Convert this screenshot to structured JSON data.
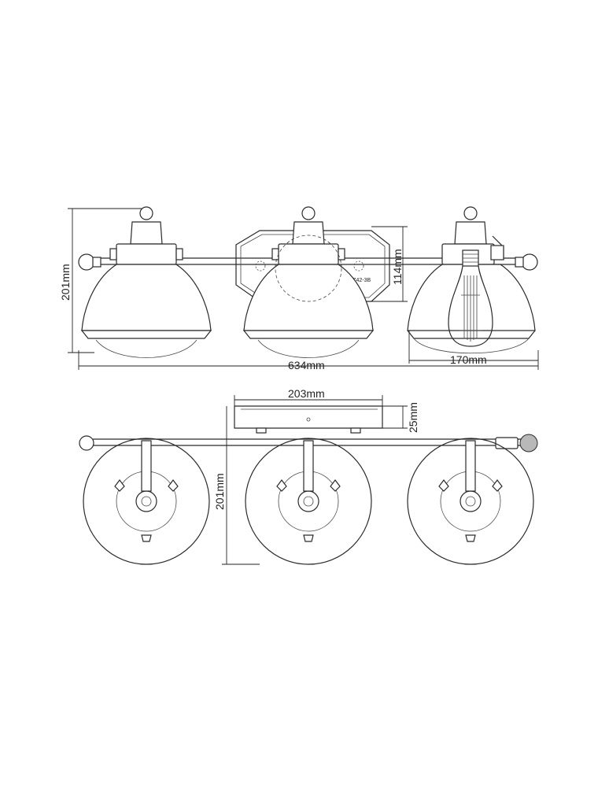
{
  "dimensions": {
    "overall_width": "634mm",
    "depth": "170mm",
    "height_front": "201mm",
    "backplate_height": "114mm",
    "backplate_width": "203mm",
    "backplate_depth": "25mm",
    "height_top": "201mm"
  },
  "part_number": "P8742-3B"
}
